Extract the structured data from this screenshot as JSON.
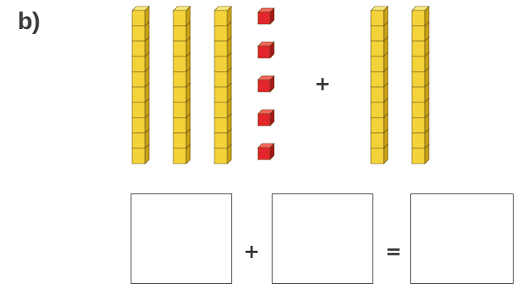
{
  "part_label": "b)",
  "model": {
    "left_group": {
      "tens_rods": 3,
      "ones_cubes": 5
    },
    "operator": "+",
    "right_group": {
      "tens_rods": 2,
      "ones_cubes": 0
    },
    "cubes_per_rod": 10
  },
  "equation": {
    "plus": "+",
    "equals": "=",
    "boxes": [
      "",
      "",
      ""
    ]
  },
  "colors": {
    "rod_front": "#f4d23a",
    "rod_side": "#c9a116",
    "rod_top": "#fbe97a",
    "cube_front": "#e3262b",
    "cube_side": "#a8151a",
    "cube_top": "#f3665f"
  }
}
